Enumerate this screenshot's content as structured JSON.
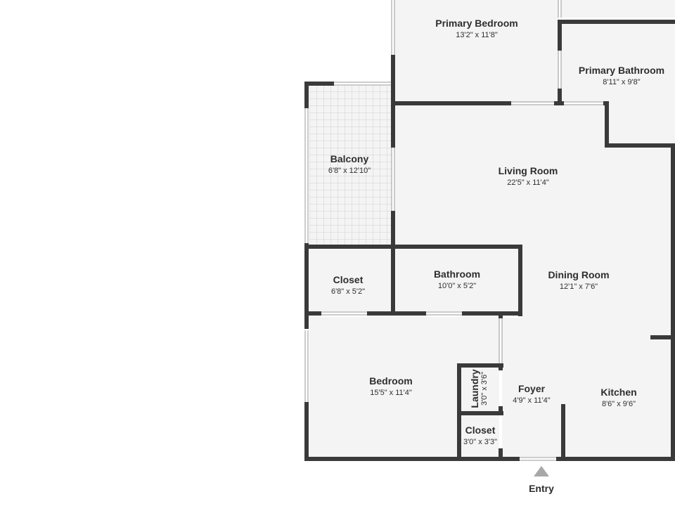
{
  "plan": {
    "colors": {
      "wall": "#3a3a3a",
      "floor": "#f4f4f4",
      "window": "#9a9a9a",
      "tile": "#cfcfcf"
    },
    "rooms": {
      "primary_bedroom": {
        "name": "Primary Bedroom",
        "dim": "13'2\" x 11'8\""
      },
      "primary_bathroom": {
        "name": "Primary Bathroom",
        "dim": "8'11\" x 9'8\""
      },
      "balcony": {
        "name": "Balcony",
        "dim": "6'8\" x 12'10\""
      },
      "living_room": {
        "name": "Living Room",
        "dim": "22'5\" x 11'4\""
      },
      "closet_hall": {
        "name": "Closet",
        "dim": "6'8\" x 5'2\""
      },
      "bathroom": {
        "name": "Bathroom",
        "dim": "10'0\" x 5'2\""
      },
      "dining_room": {
        "name": "Dining Room",
        "dim": "12'1\" x 7'6\""
      },
      "bedroom": {
        "name": "Bedroom",
        "dim": "15'5\" x 11'4\""
      },
      "laundry": {
        "name": "Laundry",
        "dim": "3'0\" x 3'6\""
      },
      "foyer": {
        "name": "Foyer",
        "dim": "4'9\" x 11'4\""
      },
      "kitchen": {
        "name": "Kitchen",
        "dim": "8'6\" x 9'6\""
      },
      "closet_small": {
        "name": "Closet",
        "dim": "3'0\" x 3'3\""
      }
    },
    "entry": {
      "label": "Entry",
      "icon": "entry-arrow-icon"
    }
  }
}
